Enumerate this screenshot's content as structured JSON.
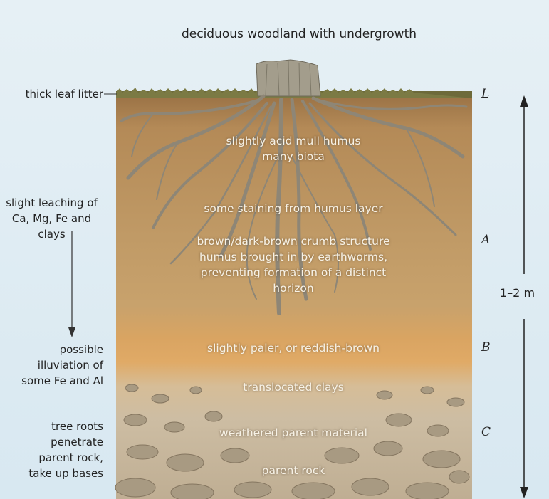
{
  "title": "deciduous woodland with undergrowth",
  "left_labels": {
    "leaf_litter": "thick leaf litter",
    "leaching": [
      "slight leaching of",
      "Ca, Mg, Fe and clays"
    ],
    "illuviation": [
      "possible",
      "illuviation of",
      "some Fe and Al"
    ],
    "roots": [
      "tree roots",
      "penetrate",
      "parent rock,",
      "take up bases"
    ]
  },
  "soil_labels": {
    "mull": [
      "slightly acid mull humus",
      "many biota"
    ],
    "staining": "some staining from humus layer",
    "crumb": [
      "brown/dark-brown crumb structure",
      "humus brought in by earthworms,",
      "preventing formation of a distinct",
      "horizon"
    ],
    "paler": "slightly paler, or reddish-brown",
    "clays": "translocated clays",
    "weathered": "weathered parent material",
    "parent": "parent rock"
  },
  "horizons": {
    "L": "L",
    "A": "A",
    "B": "B",
    "C": "C"
  },
  "depth": "1–2 m",
  "colors": {
    "topsoil": "#b8915c",
    "subsoil_orange": "#dca060",
    "parent_rock": "#c7b79c",
    "roots": "#8a8274"
  }
}
